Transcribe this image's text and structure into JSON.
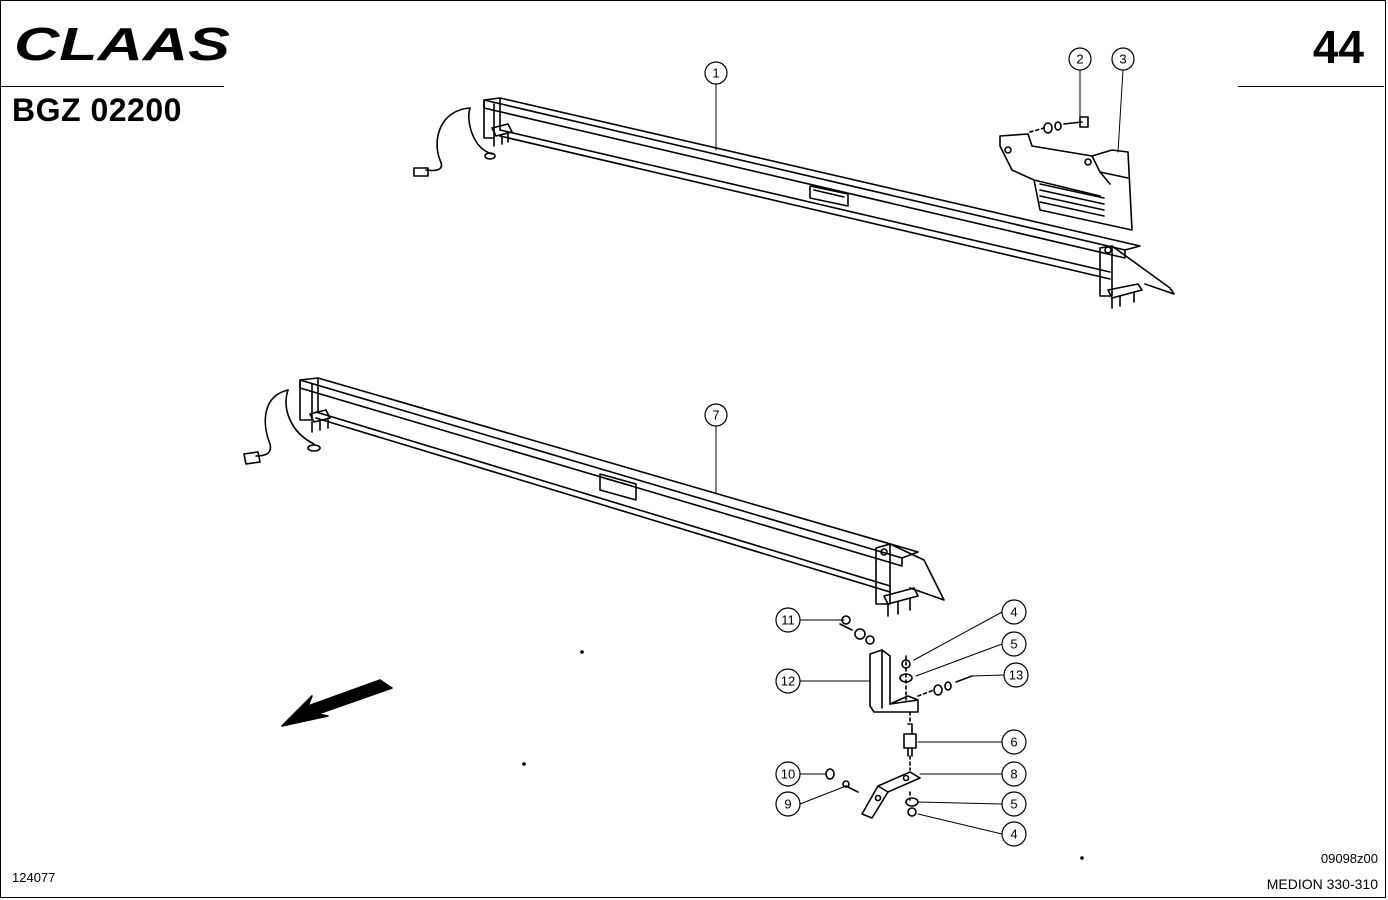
{
  "header": {
    "brand": "CLAAS",
    "document_code": "BGZ 02200",
    "page_number": "44"
  },
  "footer": {
    "left_code": "124077",
    "drawing_code": "09098z00",
    "model": "MEDION 330-310"
  },
  "callouts": {
    "c1": "1",
    "c2": "2",
    "c3": "3",
    "c4a": "4",
    "c5a": "5",
    "c13": "13",
    "c6": "6",
    "c8": "8",
    "c5b": "5",
    "c4b": "4",
    "c7": "7",
    "c11": "11",
    "c12": "12",
    "c10": "10",
    "c9": "9"
  }
}
